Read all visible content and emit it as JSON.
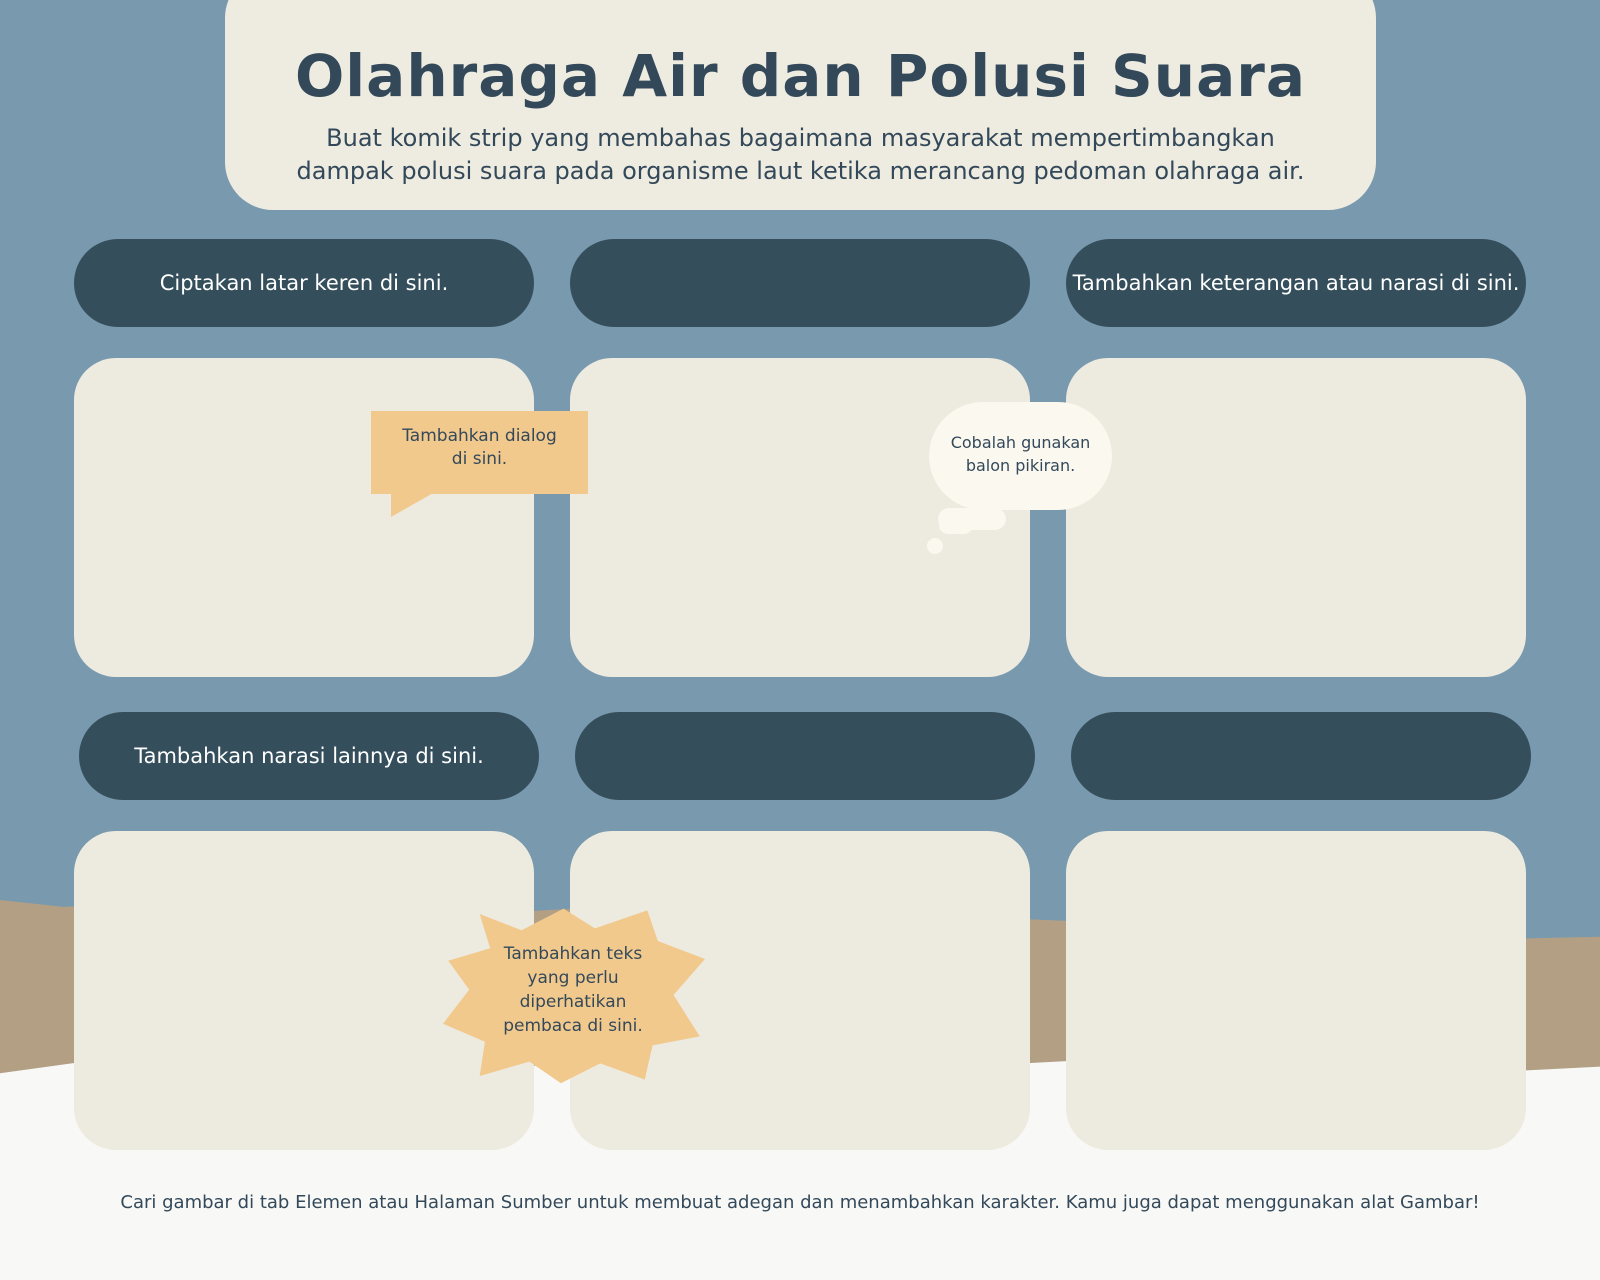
{
  "header": {
    "title": "Olahraga Air dan Polusi Suara",
    "subtitle_line1": "Buat komik strip yang membahas bagaimana masyarakat mempertimbangkan",
    "subtitle_line2": "dampak polusi suara pada organisme laut ketika merancang pedoman olahraga air."
  },
  "row1": {
    "captions": [
      "Ciptakan latar keren di sini.",
      "",
      "Tambahkan keterangan atau narasi di sini."
    ]
  },
  "row2": {
    "captions": [
      "Tambahkan narasi lainnya di sini.",
      "",
      ""
    ]
  },
  "bubbles": {
    "speech_line1": "Tambahkan dialog",
    "speech_line2": "di sini.",
    "thought_line1": "Cobalah gunakan",
    "thought_line2": "balon pikiran.",
    "burst_line1": "Tambahkan teks",
    "burst_line2": "yang perlu",
    "burst_line3": "diperhatikan",
    "burst_line4": "pembaca di sini."
  },
  "footer": {
    "note": "Cari gambar di tab Elemen atau Halaman Sumber untuk membuat adegan dan menambahkan karakter. Kamu juga dapat menggunakan alat Gambar!"
  },
  "colors": {
    "background": "#7899ae",
    "caption_pill": "#344e5c",
    "panel": "#edeae0",
    "bubble_accent": "#f2c98d",
    "text_dark": "#33495a"
  }
}
